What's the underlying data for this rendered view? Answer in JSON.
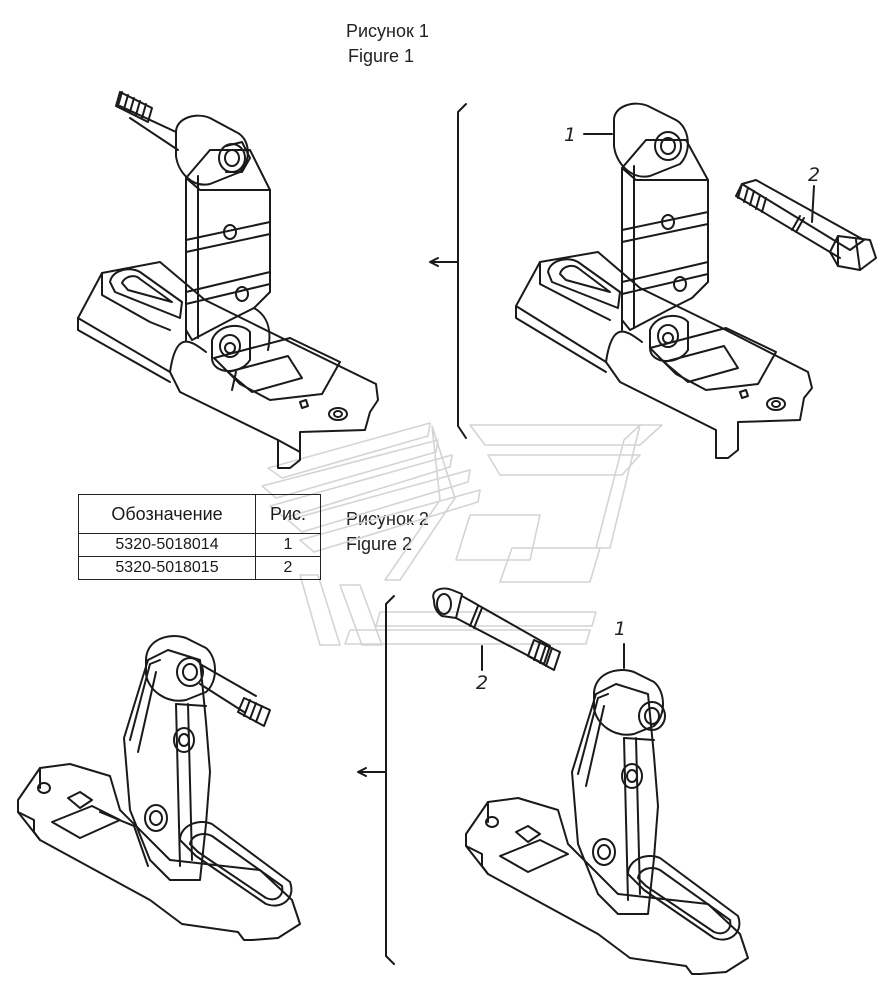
{
  "captions": {
    "fig1_ru": "Рисунок 1",
    "fig1_en": "Figure 1",
    "fig2_ru": "Рисунок 2",
    "fig2_en": "Figure 2"
  },
  "table": {
    "headers": [
      "Обозначение",
      "Рис."
    ],
    "rows": [
      [
        "5320-5018014",
        "1"
      ],
      [
        "5320-5018015",
        "2"
      ]
    ]
  },
  "callouts": {
    "fig1_part1": "1",
    "fig1_part2": "2",
    "fig2_part1": "1",
    "fig2_part2": "2"
  }
}
